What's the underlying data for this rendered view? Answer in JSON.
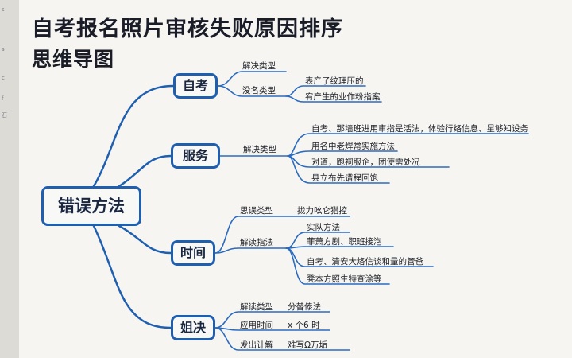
{
  "title": {
    "line1": "自考报名照片审核失败原因排序",
    "line2": "思维导图"
  },
  "colors": {
    "branch": "#1f5fb0",
    "node_border": "#1f5fb0",
    "text": "#1a1d27"
  },
  "left_page_fragments": [
    "s",
    "s",
    "c",
    "f",
    "石"
  ],
  "mindmap": {
    "root": "错误方法",
    "branches": [
      {
        "label": "自考",
        "children": [
          {
            "label": "解决类型",
            "leaves": []
          },
          {
            "label": "没名类型",
            "leaves": [
              "表产了纹理压的",
              "宥产生的业作粉指案"
            ]
          }
        ]
      },
      {
        "label": "服务",
        "children": [
          {
            "label": "解决类型",
            "leaves": [
              "自考、那墙班进用审指是活法，体验行络信息、星够知设务",
              "用名中老焊常实施方法",
              "对道，跑祠服企，团使需处况",
              "县立布先谱程回饱"
            ]
          }
        ]
      },
      {
        "label": "时间",
        "children": [
          {
            "label": "思误类型",
            "leaves": [
              "拢力吆仑猎控"
            ]
          },
          {
            "label": "解读指法",
            "leaves": [
              "实队方法",
              "菲萧方剧、职班接泡",
              "自考、清安大烙信谈和量的管爸",
              "凳本方照生特查涂等"
            ]
          }
        ]
      },
      {
        "label": "姐决",
        "children": [
          {
            "label": "解读类型",
            "leaves": [
              "分替傣法"
            ]
          },
          {
            "label": "应用时间",
            "leaves": [
              "x 个6 时"
            ]
          },
          {
            "label": "发出计解",
            "leaves": [
              "难写Ω万垢"
            ]
          }
        ]
      }
    ]
  }
}
